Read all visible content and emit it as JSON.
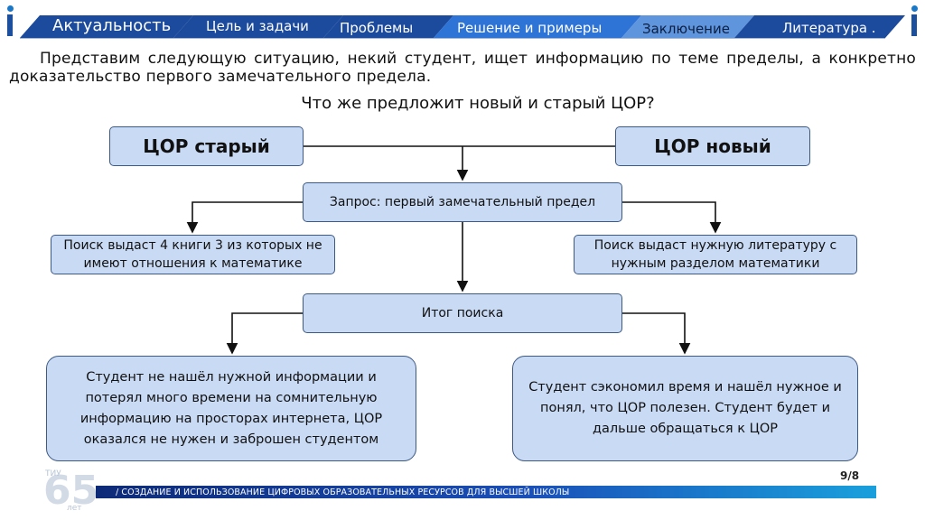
{
  "nav": {
    "tabs": [
      {
        "label": "Актуальность"
      },
      {
        "label": "Цель и задачи"
      },
      {
        "label": "Проблемы"
      },
      {
        "label": "Решение и примеры"
      },
      {
        "label": "Заключение"
      },
      {
        "label": "Литература ."
      }
    ],
    "active_index": 3,
    "colors": {
      "dark": "#1c4a9c",
      "active": "#2e73d6",
      "light": "#5f95dd"
    }
  },
  "intro": "Представим следующую ситуацию, некий студент, ищет информацию по теме пределы, а конкретно доказательство первого замечательного предела.",
  "question": "Что же предложит новый и старый ЦОР?",
  "diagram": {
    "old_resource": "ЦОР старый",
    "new_resource": "ЦОР новый",
    "query": "Запрос: первый замечательный предел",
    "old_search": "Поиск выдаст 4 книги 3 из которых не имеют отношения к математике",
    "new_search": "Поиск выдаст нужную литературу с нужным разделом математики",
    "result": "Итог поиска",
    "old_outcome": "Студент не нашёл нужной информации и потерял много времени на сомнительную информацию на просторах интернета, ЦОР оказался не нужен и заброшен студентом",
    "new_outcome": "Студент сэкономил время и нашёл нужное и понял, что ЦОР полезен. Студент будет и дальше обращаться к ЦОР",
    "box_fill": "#c9daf4",
    "box_border": "#3d5a85"
  },
  "footer": {
    "page": "9/8",
    "text": "/ СОЗДАНИЕ И ИСПОЛЬЗОВАНИЕ ЦИФРОВЫХ ОБРАЗОВАТЕЛЬНЫХ РЕСУРСОВ ДЛЯ ВЫСШЕЙ ШКОЛЫ",
    "logo_top": "ТИУ",
    "logo_number": "65",
    "logo_bottom": "лет"
  }
}
